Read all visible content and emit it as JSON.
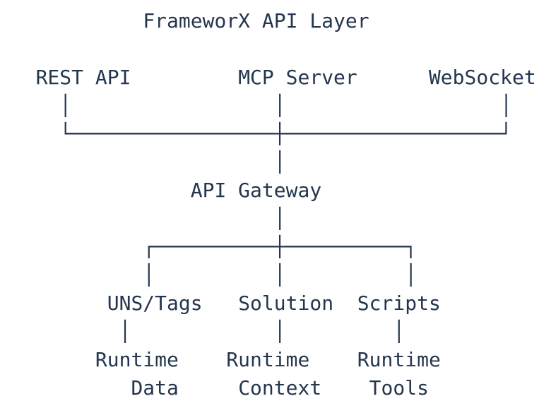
{
  "diagram": {
    "title": "FrameworX API Layer",
    "colors": {
      "text": "#24364e",
      "background": "#ffffff"
    },
    "nodes": {
      "rest_api": "REST API",
      "mcp_server": "MCP Server",
      "websocket": "WebSocket",
      "api_gateway": "API Gateway",
      "uns_tags": "UNS/Tags",
      "solution": "Solution",
      "scripts": "Scripts",
      "runtime_data": [
        "Runtime",
        "Data"
      ],
      "runtime_context": [
        "Runtime",
        "Context"
      ],
      "runtime_tools": [
        "Runtime",
        "Tools"
      ]
    },
    "connectors": {
      "pipe": "│",
      "top_join": "└─────────────────┼──────────────────┘",
      "bottom_join": "┌──────────┼──────────┐"
    },
    "edges": [
      {
        "from": "REST API",
        "to": "API Gateway"
      },
      {
        "from": "MCP Server",
        "to": "API Gateway"
      },
      {
        "from": "WebSocket",
        "to": "API Gateway"
      },
      {
        "from": "API Gateway",
        "to": "UNS/Tags"
      },
      {
        "from": "API Gateway",
        "to": "Solution"
      },
      {
        "from": "API Gateway",
        "to": "Scripts"
      },
      {
        "from": "UNS/Tags",
        "to": "Runtime Data"
      },
      {
        "from": "Solution",
        "to": "Runtime Context"
      },
      {
        "from": "Scripts",
        "to": "Runtime Tools"
      }
    ]
  }
}
